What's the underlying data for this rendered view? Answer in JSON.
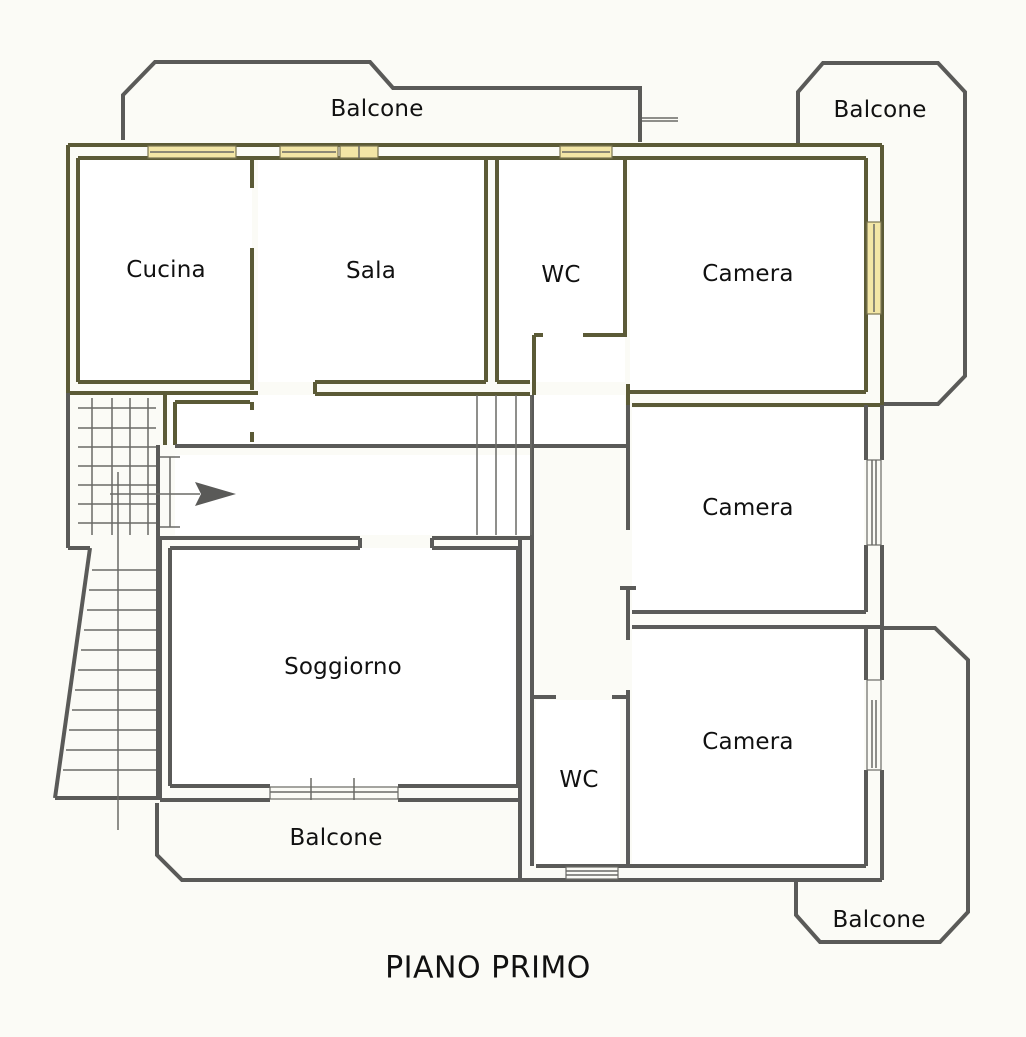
{
  "plan": {
    "title": "PIANO PRIMO",
    "colors": {
      "background": "#fbfbf6",
      "wall_upper": "#5b5a36",
      "wall_lower": "#5a5a58",
      "window_fill": "#f3e6a6"
    },
    "rooms": [
      {
        "id": "balcone-top",
        "label": "Balcone"
      },
      {
        "id": "balcone-top-right",
        "label": "Balcone"
      },
      {
        "id": "cucina",
        "label": "Cucina"
      },
      {
        "id": "sala",
        "label": "Sala"
      },
      {
        "id": "wc-upper",
        "label": "WC"
      },
      {
        "id": "camera-1",
        "label": "Camera"
      },
      {
        "id": "camera-2",
        "label": "Camera"
      },
      {
        "id": "soggiorno",
        "label": "Soggiorno"
      },
      {
        "id": "camera-3",
        "label": "Camera"
      },
      {
        "id": "wc-lower",
        "label": "WC"
      },
      {
        "id": "balcone-bottom",
        "label": "Balcone"
      },
      {
        "id": "balcone-bottom-right",
        "label": "Balcone"
      }
    ],
    "symbols": [
      {
        "id": "entrance-arrow",
        "icon": "arrow-right-icon"
      },
      {
        "id": "staircase",
        "icon": "stairs-icon"
      }
    ]
  }
}
